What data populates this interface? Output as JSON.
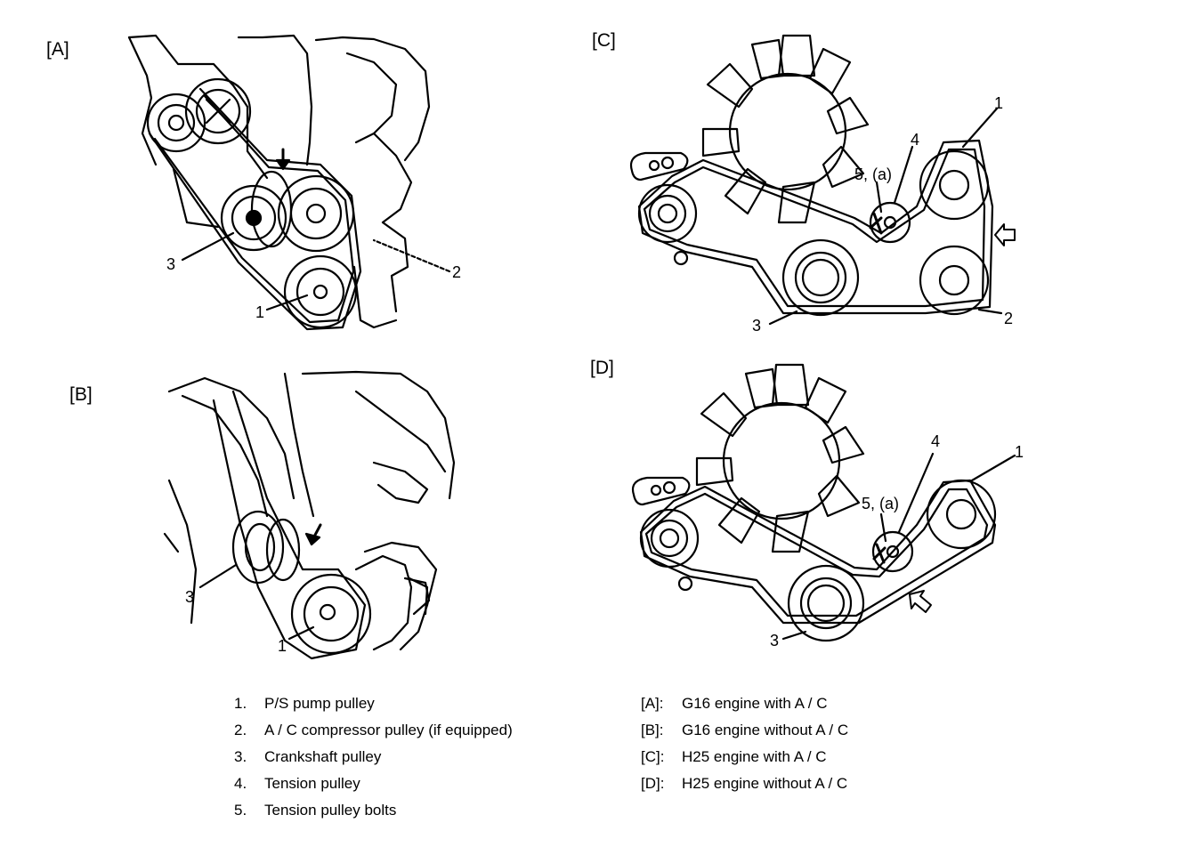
{
  "panels": {
    "A": {
      "tag": "[A]",
      "callouts": {
        "p1": "1",
        "p2": "2",
        "p3": "3"
      }
    },
    "B": {
      "tag": "[B]",
      "callouts": {
        "p1": "1",
        "p3": "3"
      }
    },
    "C": {
      "tag": "[C]",
      "callouts": {
        "p1": "1",
        "p2": "2",
        "p3": "3",
        "p4": "4",
        "p5": "5, (a)"
      }
    },
    "D": {
      "tag": "[D]",
      "callouts": {
        "p1": "1",
        "p3": "3",
        "p4": "4",
        "p5": "5, (a)"
      }
    }
  },
  "legend_parts": [
    {
      "num": "1.",
      "text": "P/S pump pulley"
    },
    {
      "num": "2.",
      "text": "A / C compressor pulley (if equipped)"
    },
    {
      "num": "3.",
      "text": "Crankshaft pulley"
    },
    {
      "num": "4.",
      "text": "Tension pulley"
    },
    {
      "num": "5.",
      "text": "Tension pulley bolts"
    }
  ],
  "legend_engines": [
    {
      "key": "[A]:",
      "text": "G16 engine with A / C"
    },
    {
      "key": "[B]:",
      "text": "G16 engine without A / C"
    },
    {
      "key": "[C]:",
      "text": "H25 engine with A / C"
    },
    {
      "key": "[D]:",
      "text": "H25 engine without A / C"
    }
  ],
  "colors": {
    "ink": "#000000",
    "paper": "#ffffff"
  }
}
